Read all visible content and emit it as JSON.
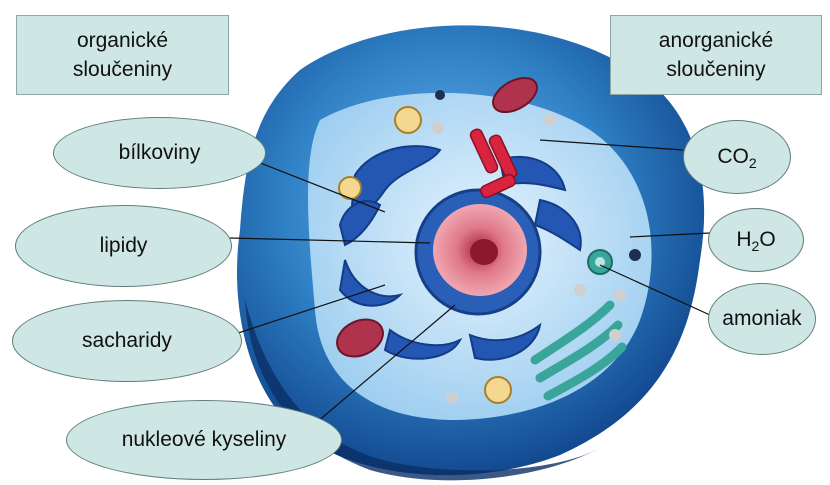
{
  "header": {
    "organic_line1": "organické",
    "organic_line2": "sloučeniny",
    "inorganic_line1": "anorganické",
    "inorganic_line2": "sloučeniny"
  },
  "organic_labels": {
    "proteins": "bílkoviny",
    "lipids": "lipidy",
    "saccharides": "sacharidy",
    "nucleic_acids": "nukleové kyseliny"
  },
  "inorganic_labels": {
    "co2_main": "CO",
    "co2_sub": "2",
    "h2o_h": "H",
    "h2o_sub": "2",
    "h2o_o": "O",
    "ammonia": "amoniak"
  },
  "colors": {
    "label_fill": "#cfe7e4",
    "cell_blue": "#2e7fc4",
    "nucleus": "#d9687a",
    "mitochondria": "#c8334a",
    "golgi": "#3aa59a"
  }
}
